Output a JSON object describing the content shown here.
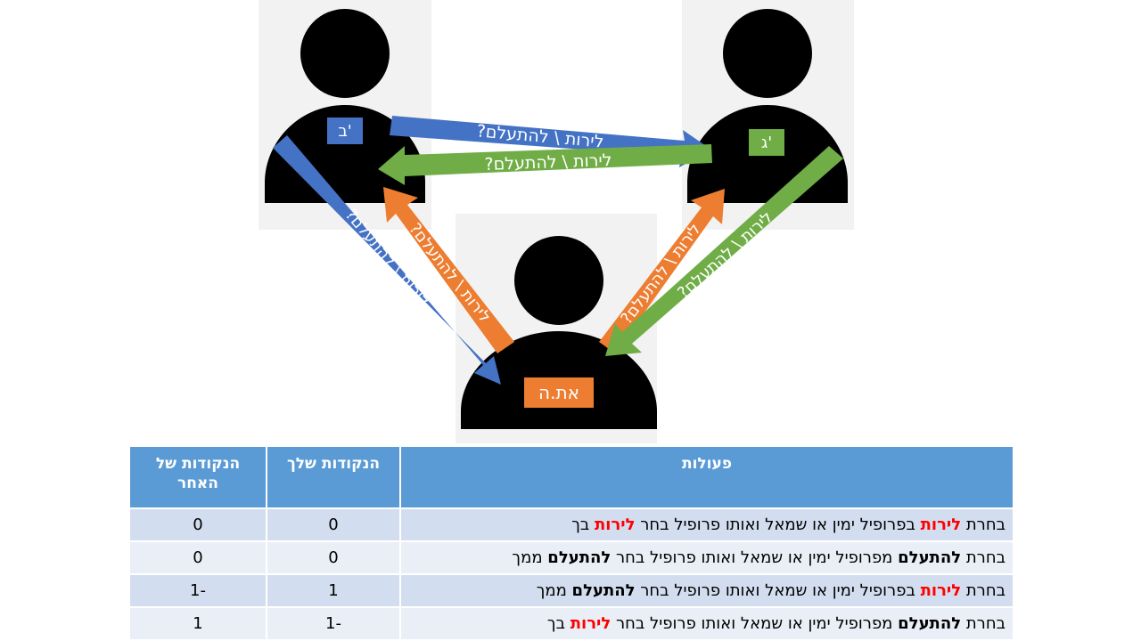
{
  "people": {
    "b": {
      "label": "ב'"
    },
    "g": {
      "label": "ג'"
    },
    "me": {
      "label": "את.ה"
    }
  },
  "arrows": {
    "b_to_g": "לירות \\ להתעלם?",
    "g_to_b": "לירות \\ להתעלם?",
    "b_to_me": "לירות \\ להתעלם?",
    "me_to_b": "לירות \\ להתעלם?",
    "me_to_g": "לירות \\ להתעלם?",
    "g_to_me": "לירות \\ להתעלם?"
  },
  "colors": {
    "blue": "#4472c4",
    "green": "#70ad47",
    "orange": "#ed7d31",
    "header": "#5b9bd5"
  },
  "table": {
    "headers": {
      "actions": "פעולות",
      "yours": "הנקודות שלך",
      "other": "הנקודות של האחר"
    },
    "rows": [
      {
        "your_choice": "לירות",
        "mid": "בפרופיל ימין או שמאל ואותו פרופיל בחר",
        "their_choice": "לירות",
        "tail": "בך",
        "yours": "0",
        "other": "0"
      },
      {
        "your_choice": "להתעלם",
        "mid": "מפרופיל ימין או שמאל ואותו פרופיל בחר",
        "their_choice": "להתעלם",
        "tail": "ממך",
        "yours": "0",
        "other": "0"
      },
      {
        "your_choice": "לירות",
        "mid": "בפרופיל ימין או שמאל ואותו פרופיל בחר",
        "their_choice": "להתעלם",
        "tail": "ממך",
        "yours": "1",
        "other": "-1"
      },
      {
        "your_choice": "להתעלם",
        "mid": "מפרופיל ימין או שמאל ואותו פרופיל בחר",
        "their_choice": "לירות",
        "tail": "בך",
        "yours": "-1",
        "other": "1"
      }
    ]
  }
}
